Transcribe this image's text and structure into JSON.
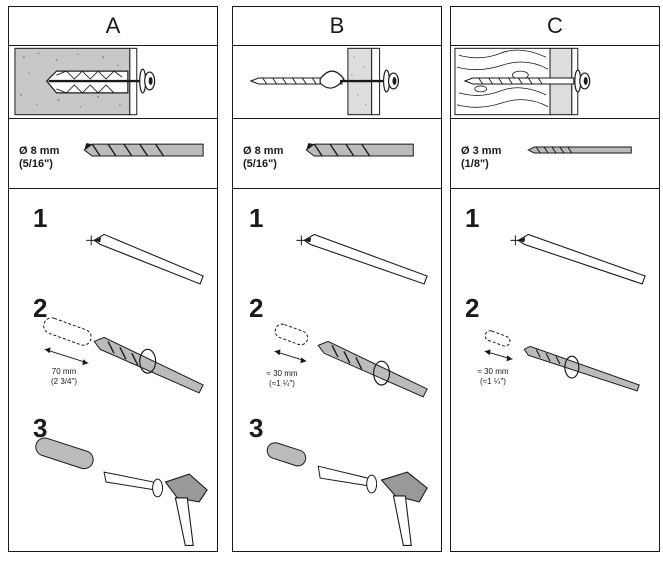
{
  "panels": [
    {
      "letter": "A",
      "bit_size": "Ø 8 mm",
      "bit_inch": "(5/16\")",
      "steps": [
        "1",
        "2",
        "3"
      ],
      "measure_metric": "70 mm",
      "measure_inch": "(2 3/4\")"
    },
    {
      "letter": "B",
      "bit_size": "Ø 8 mm",
      "bit_inch": "(5/16\")",
      "steps": [
        "1",
        "2",
        "3"
      ],
      "measure_metric": "≈ 30 mm",
      "measure_inch": "(≈1 ¼\")"
    },
    {
      "letter": "C",
      "bit_size": "Ø 3 mm",
      "bit_inch": "(1/8\")",
      "steps": [
        "1",
        "2"
      ],
      "measure_metric": "≈ 30 mm",
      "measure_inch": "(≈1 ¼\")"
    }
  ]
}
